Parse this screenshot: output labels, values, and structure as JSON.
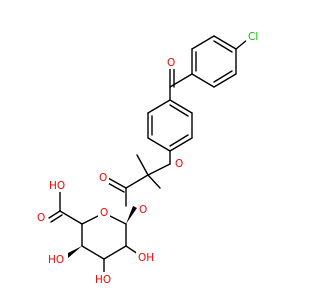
{
  "molecule": {
    "atom_labels": {
      "chlorine": "Cl",
      "ketone_oxygen": "O",
      "ether_oxygen": "O",
      "ester_carbonyl_oxygen": "O",
      "ester_link_oxygen": "O",
      "ring_oxygen": "O",
      "acid_hydroxyl": "HO",
      "acid_carbonyl_oxygen": "O",
      "hydroxyl_left": "HO",
      "hydroxyl_bottom": "HO",
      "hydroxyl_right": "OH"
    },
    "colors": {
      "bond": "#000000",
      "oxygen": "#ff0000",
      "chlorine": "#00c000"
    }
  }
}
